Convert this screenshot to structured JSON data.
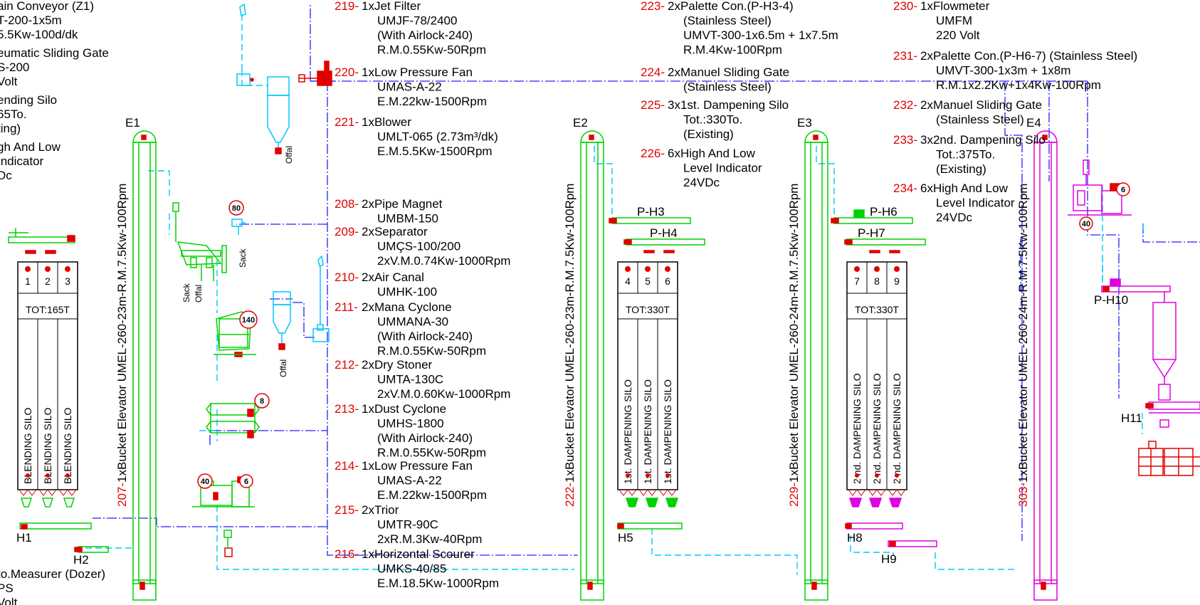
{
  "colors": {
    "blue": "#2020ff",
    "cyan": "#00c8ff",
    "green": "#00d200",
    "magenta": "#e000e0",
    "red": "#e00000",
    "black": "#000000"
  },
  "left_notes": [
    "ain Conveyor (Z1)",
    "T-200-1x5m",
    "5.5Kw-100d/dk",
    "eumatic Sliding Gate",
    "S-200",
    "Volt",
    "ending Silo",
    " 65To.",
    "ting)",
    "gh And Low",
    " Indicator",
    "Dc"
  ],
  "bottom_left_notes": [
    "to.Measurer (Dozer)",
    "PS",
    "Volt"
  ],
  "equipment": [
    {
      "num": "219-",
      "lines": [
        "1xJet Filter",
        "UMJF-78/2400",
        "(With Airlock-240)",
        "R.M.0.55Kw-50Rpm"
      ]
    },
    {
      "num": "220-",
      "lines": [
        "1xLow Pressure Fan",
        "UMAS-A-22",
        "E.M.22kw-1500Rpm"
      ]
    },
    {
      "num": "221-",
      "lines": [
        "1xBlower",
        "UMLT-065 (2.73m³/dk)",
        "E.M.5.5Kw-1500Rpm"
      ]
    },
    {
      "num": "208-",
      "lines": [
        "2xPipe Magnet",
        "UMBM-150"
      ]
    },
    {
      "num": "209-",
      "lines": [
        "2xSeparator",
        "UMÇS-100/200",
        "2xV.M.0.74Kw-1000Rpm"
      ]
    },
    {
      "num": "210-",
      "lines": [
        "2xAir Canal",
        "UMHK-100"
      ]
    },
    {
      "num": "211-",
      "lines": [
        "2xMana Cyclone",
        "UMMANA-30",
        "(With Airlock-240)",
        "R.M.0.55Kw-50Rpm"
      ]
    },
    {
      "num": "212-",
      "lines": [
        "2xDry Stoner",
        "UMTA-130C",
        "2xV.M.0.60Kw-1000Rpm"
      ]
    },
    {
      "num": "213-",
      "lines": [
        "1xDust Cyclone",
        "UMHS-1800",
        "(With Airlock-240)",
        "R.M.0.55Kw-50Rpm"
      ]
    },
    {
      "num": "214-",
      "lines": [
        "1xLow Pressure Fan",
        "UMAS-A-22",
        "E.M.22kw-1500Rpm"
      ]
    },
    {
      "num": "215-",
      "lines": [
        "2xTrior",
        "UMTR-90C",
        "2xR.M.3Kw-40Rpm"
      ]
    },
    {
      "num": "216-",
      "lines": [
        "1xHorizontal Scourer",
        "UMKS-40/85",
        "E.M.18.5Kw-1000Rpm"
      ]
    },
    {
      "num": "223-",
      "lines": [
        "2xPalette Con.(P-H3-4)",
        "(Stainless Steel)",
        "UMVT-300-1x6.5m + 1x7.5m",
        "R.M.4Kw-100Rpm"
      ]
    },
    {
      "num": "224-",
      "lines": [
        "2xManuel Sliding Gate",
        "(Stainless Steel)"
      ]
    },
    {
      "num": "225-",
      "lines": [
        "3x1st. Dampening Silo",
        "Tot.:330To.",
        "(Existing)"
      ]
    },
    {
      "num": "226-",
      "lines": [
        "6xHigh And Low",
        "Level Indicator",
        "24VDc"
      ]
    },
    {
      "num": "230-",
      "lines": [
        "1xFlowmeter",
        "UMFM",
        "220 Volt"
      ]
    },
    {
      "num": "231-",
      "lines": [
        "2xPalette Con.(P-H6-7)   (Stainless Steel)",
        "UMVT-300-1x3m + 1x8m",
        "R.M.1x2.2Kw+1x4Kw-100Rpm"
      ]
    },
    {
      "num": "232-",
      "lines": [
        "2xManuel Sliding Gate",
        "(Stainless Steel)"
      ]
    },
    {
      "num": "233-",
      "lines": [
        "3x2nd. Dampening Silo",
        "Tot.:375To.",
        "(Existing)"
      ]
    },
    {
      "num": "234-",
      "lines": [
        "6xHigh And Low",
        "Level Indicator",
        "24VDc"
      ]
    }
  ],
  "elevators": [
    {
      "tag": "E1",
      "num": "207-",
      "text": "1xBucket Elevator UMEL-260-23m-R.M.7.5Kw-100Rpm"
    },
    {
      "tag": "E2",
      "num": "222-",
      "text": "1xBucket Elevator UMEL-260-23m-R.M.7.5Kw-100Rpm"
    },
    {
      "tag": "E3",
      "num": "229-",
      "text": "1xBucket Elevator UMEL-260-24m-R.M.7.5Kw-100Rpm"
    },
    {
      "tag": "E4",
      "num": "303-",
      "text": "1xBucket Elevator UMEL-260-24m-R.M.7.5Kw-100Rpm"
    }
  ],
  "silo_groups": [
    {
      "numbers": [
        "1",
        "2",
        "3"
      ],
      "total": "TOT:165T",
      "label": "BLENDING SILO"
    },
    {
      "numbers": [
        "4",
        "5",
        "6"
      ],
      "total": "TOT:330T",
      "label": "1st. DAMPENING SILO"
    },
    {
      "numbers": [
        "7",
        "8",
        "9"
      ],
      "total": "TOT:330T",
      "label": "2 nd. DAMPENING SILO"
    }
  ],
  "conveyor_tags": [
    "P-H3",
    "P-H4",
    "P-H6",
    "P-H7",
    "P-H10",
    "H1",
    "H2",
    "H5",
    "H8",
    "H9",
    "H11"
  ],
  "badges": [
    "80",
    "140",
    "8",
    "40",
    "6",
    "6",
    "40"
  ],
  "small_labels": {
    "offal": "Offal",
    "sack": "Sack"
  }
}
